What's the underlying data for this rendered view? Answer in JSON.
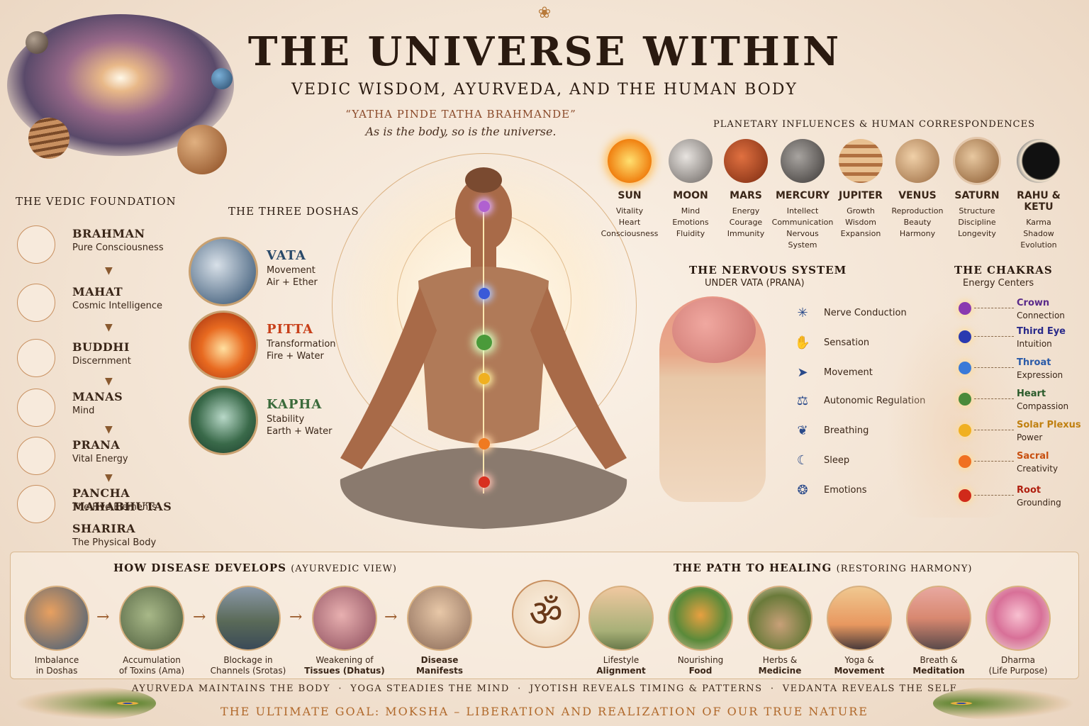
{
  "header": {
    "title": "THE UNIVERSE WITHIN",
    "subtitle": "VEDIC WISDOM, AYURVEDA, AND THE HUMAN BODY",
    "quote": "“YATHA PINDE TATHA BRAHMANDE”",
    "translation": "As is the body, so is the universe."
  },
  "vedic": {
    "heading": "THE VEDIC FOUNDATION",
    "items": [
      {
        "name": "BRAHMAN",
        "desc": "Pure Consciousness"
      },
      {
        "name": "MAHAT",
        "desc": "Cosmic Intelligence"
      },
      {
        "name": "BUDDHI",
        "desc": "Discernment"
      },
      {
        "name": "MANAS",
        "desc": "Mind"
      },
      {
        "name": "PRANA",
        "desc": "Vital Energy"
      },
      {
        "name": "PANCHA MAHABHUTAS",
        "desc": "The Five Elements"
      },
      {
        "name": "SHARIRA",
        "desc": "The Physical Body"
      }
    ]
  },
  "doshas": {
    "heading": "THE THREE DOSHAS",
    "items": [
      {
        "name": "VATA",
        "quality": "Movement",
        "elements": "Air + Ether"
      },
      {
        "name": "PITTA",
        "quality": "Transformation",
        "elements": "Fire + Water"
      },
      {
        "name": "KAPHA",
        "quality": "Stability",
        "elements": "Earth + Water"
      }
    ]
  },
  "planets": {
    "heading": "PLANETARY INFLUENCES & HUMAN CORRESPONDENCES",
    "items": [
      {
        "name": "SUN",
        "traits": [
          "Vitality",
          "Heart",
          "Consciousness"
        ]
      },
      {
        "name": "MOON",
        "traits": [
          "Mind",
          "Emotions",
          "Fluidity"
        ]
      },
      {
        "name": "MARS",
        "traits": [
          "Energy",
          "Courage",
          "Immunity"
        ]
      },
      {
        "name": "MERCURY",
        "traits": [
          "Intellect",
          "Communication",
          "Nervous System"
        ]
      },
      {
        "name": "JUPITER",
        "traits": [
          "Growth",
          "Wisdom",
          "Expansion"
        ]
      },
      {
        "name": "VENUS",
        "traits": [
          "Reproduction",
          "Beauty",
          "Harmony"
        ]
      },
      {
        "name": "SATURN",
        "traits": [
          "Structure",
          "Discipline",
          "Longevity"
        ]
      },
      {
        "name": "RAHU & KETU",
        "traits": [
          "Karma",
          "Shadow",
          "Evolution"
        ]
      }
    ]
  },
  "nervous": {
    "heading": "THE NERVOUS SYSTEM",
    "subheading": "UNDER VATA (PRANA)",
    "items": [
      "Nerve Conduction",
      "Sensation",
      "Movement",
      "Autonomic Regulation",
      "Breathing",
      "Sleep",
      "Emotions"
    ]
  },
  "chakras": {
    "heading": "THE CHAKRAS",
    "subheading": "Energy Centers",
    "items": [
      {
        "name": "Crown",
        "desc": "Connection"
      },
      {
        "name": "Third Eye",
        "desc": "Intuition"
      },
      {
        "name": "Throat",
        "desc": "Expression"
      },
      {
        "name": "Heart",
        "desc": "Compassion"
      },
      {
        "name": "Solar Plexus",
        "desc": "Power"
      },
      {
        "name": "Sacral",
        "desc": "Creativity"
      },
      {
        "name": "Root",
        "desc": "Grounding"
      }
    ]
  },
  "disease": {
    "heading": "HOW DISEASE DEVELOPS",
    "heading_note": "(AYURVEDIC VIEW)",
    "steps": [
      {
        "l1": "Imbalance",
        "l2": "in Doshas"
      },
      {
        "l1": "Accumulation",
        "l2": "of Toxins (Ama)"
      },
      {
        "l1": "Blockage in",
        "l2": "Channels (Srotas)"
      },
      {
        "l1": "Weakening of",
        "l2": "Tissues (Dhatus)"
      },
      {
        "l1": "Disease",
        "l2": "Manifests"
      }
    ]
  },
  "healing": {
    "heading": "THE PATH TO HEALING",
    "heading_note": "(RESTORING HARMONY)",
    "steps": [
      {
        "l1": "Lifestyle",
        "l2": "Alignment"
      },
      {
        "l1": "Nourishing",
        "l2": "Food"
      },
      {
        "l1": "Herbs &",
        "l2": "Medicine"
      },
      {
        "l1": "Yoga &",
        "l2": "Movement"
      },
      {
        "l1": "Breath &",
        "l2": "Meditation"
      },
      {
        "l1": "Dharma",
        "l2": "(Life Purpose)"
      }
    ]
  },
  "footer": {
    "principles": [
      "AYURVEDA MAINTAINS THE BODY",
      "YOGA STEADIES THE MIND",
      "JYOTISH REVEALS TIMING & PATTERNS",
      "VEDANTA REVEALS THE SELF"
    ],
    "goal": "THE ULTIMATE GOAL: MOKSHA – LIBERATION AND REALIZATION OF OUR TRUE NATURE"
  }
}
